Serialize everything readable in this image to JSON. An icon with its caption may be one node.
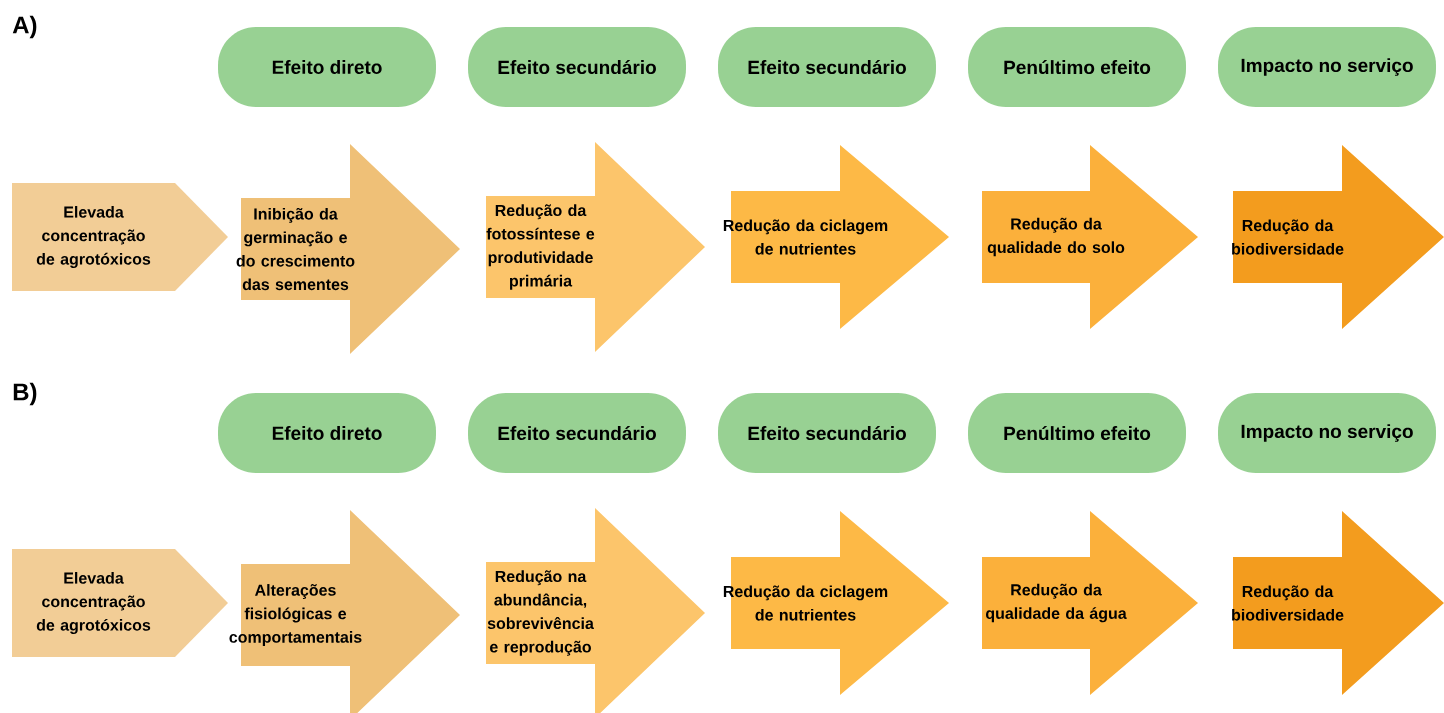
{
  "diagram": {
    "nodes": [
      {
        "text": [
          "Efeito direto"
        ]
      },
      {
        "text": [
          "Efeito secundário"
        ]
      },
      {
        "text": [
          "Efeito secundário"
        ]
      },
      {
        "text": [
          "Penúltimo efeito"
        ]
      },
      {
        "text": [
          "Impacto no serviço"
        ]
      },
      {
        "text": [
          "Elevada concentração de agrotóxicos"
        ]
      },
      {
        "text": [
          "Inibição da germinação e do crescimento das sementes"
        ]
      },
      {
        "text": [
          "Redução da fotossíntese e produtividade primária"
        ]
      },
      {
        "text": [
          "Redução da ciclagem de nutrientes"
        ]
      },
      {
        "text": [
          "Redução da qualidade do solo"
        ]
      },
      {
        "text": [
          "Redução da biodiversidade"
        ]
      },
      {
        "text": [
          "Efeito direto"
        ]
      },
      {
        "text": [
          "Efeito secundário"
        ]
      },
      {
        "text": [
          "Efeito secundário"
        ]
      },
      {
        "text": [
          "Penúltimo efeito"
        ]
      },
      {
        "text": [
          "Impacto no serviço"
        ]
      },
      {
        "text": [
          "Elevada concentração de agrotóxicos"
        ]
      },
      {
        "text": [
          "Alterações fisiológicas e comportamentais"
        ]
      },
      {
        "text": [
          "Redução na abundância, sobrevivência e reprodução"
        ]
      },
      {
        "text": [
          "Redução da ciclagem de nutrientes"
        ]
      },
      {
        "text": [
          "Redução da qualidade da água"
        ]
      },
      {
        "text": [
          "Redução da biodiversidade"
        ]
      }
    ],
    "labels": [
      "A)",
      "B)"
    ]
  }
}
